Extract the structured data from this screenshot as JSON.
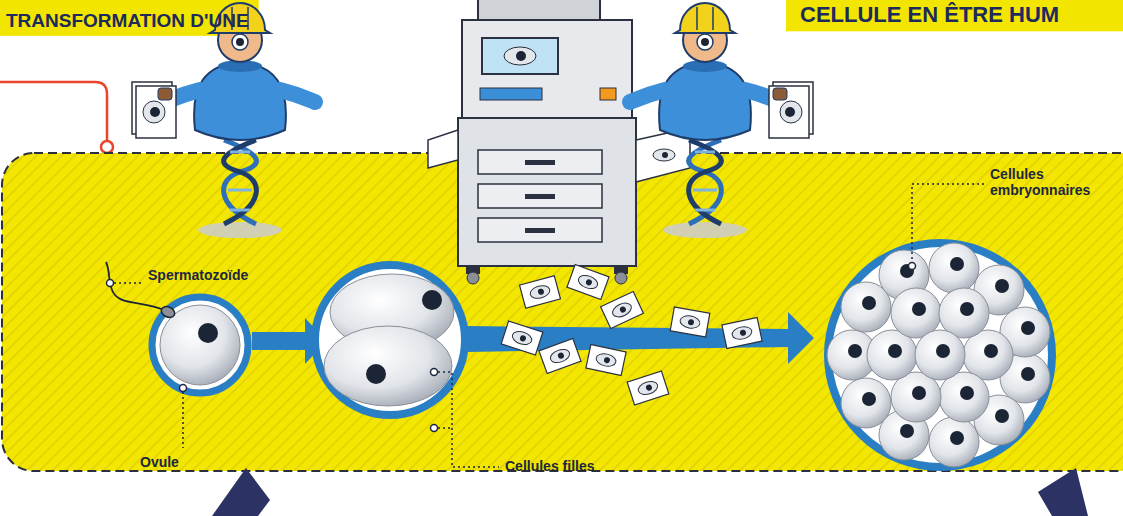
{
  "diagram": {
    "labels": [
      "TRANSFORMATION D'UNE",
      "CELLULE EN ÊTRE HUM",
      "Spermatozoïde",
      "Ovule",
      "Cellules filles",
      "Cellules embryonnaires"
    ]
  }
}
